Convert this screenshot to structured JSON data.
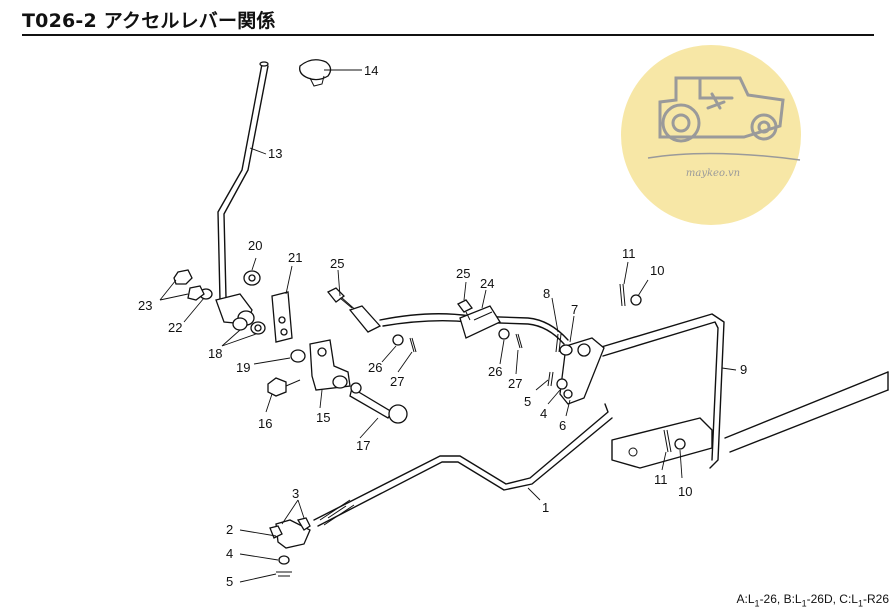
{
  "title": "T026-2 アクセルレバー関係",
  "watermark": {
    "text": "maykeo.vn",
    "circle_color": "#f7e7a6",
    "ink_color": "#9a9a9a"
  },
  "footer": {
    "note_parts": [
      "A:L",
      "1",
      "-26,  B:L",
      "1",
      "-26D,  C:L",
      "1",
      "-R26"
    ]
  },
  "callouts": [
    {
      "label": "14"
    },
    {
      "label": "13"
    },
    {
      "label": "20"
    },
    {
      "label": "21"
    },
    {
      "label": "25"
    },
    {
      "label": "25"
    },
    {
      "label": "24"
    },
    {
      "label": "8"
    },
    {
      "label": "7"
    },
    {
      "label": "11"
    },
    {
      "label": "10"
    },
    {
      "label": "23"
    },
    {
      "label": "22"
    },
    {
      "label": "18"
    },
    {
      "label": "19"
    },
    {
      "label": "26"
    },
    {
      "label": "27"
    },
    {
      "label": "26"
    },
    {
      "label": "27"
    },
    {
      "label": "9"
    },
    {
      "label": "5"
    },
    {
      "label": "4"
    },
    {
      "label": "6"
    },
    {
      "label": "16"
    },
    {
      "label": "15"
    },
    {
      "label": "17"
    },
    {
      "label": "1"
    },
    {
      "label": "11"
    },
    {
      "label": "10"
    },
    {
      "label": "3"
    },
    {
      "label": "2"
    },
    {
      "label": "4"
    },
    {
      "label": "5"
    }
  ]
}
